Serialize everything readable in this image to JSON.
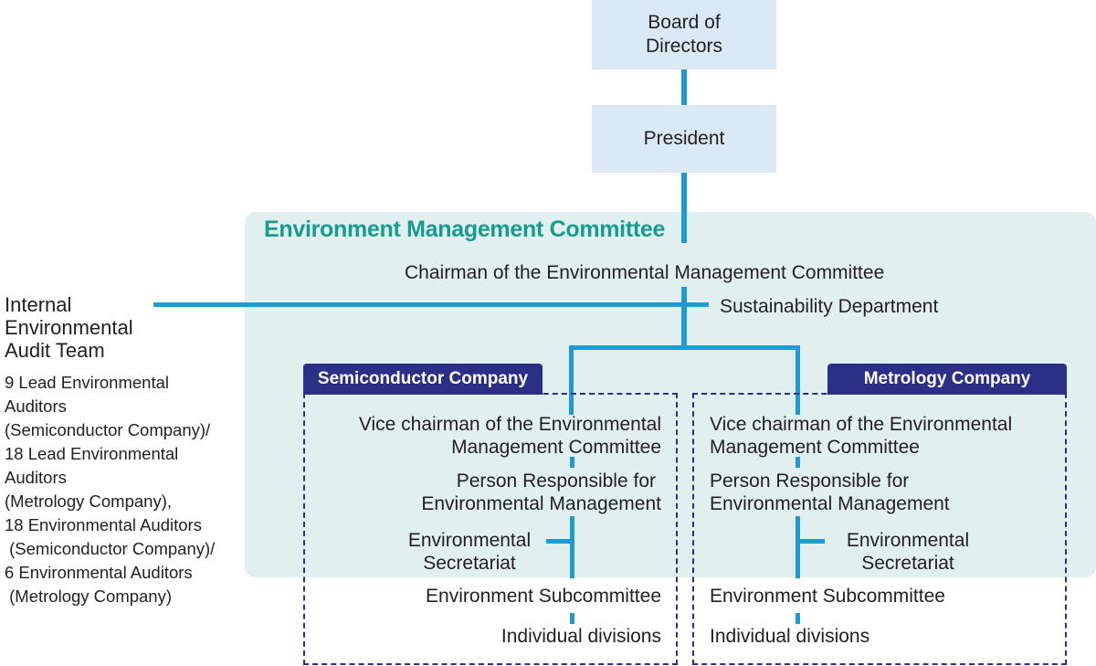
{
  "board": "Board of Directors",
  "president": "President",
  "committee": {
    "title": "Environment Management Committee",
    "chairman": "Chairman of the Environmental Management Committee",
    "sustainability": "Sustainability Department"
  },
  "audit": {
    "title_lines": [
      "Internal",
      "Environmental",
      "Audit Team"
    ],
    "lines": [
      "9 Lead Environmental",
      "Auditors",
      "(Semiconductor Company)/",
      "18 Lead Environmental",
      "Auditors",
      "(Metrology Company),",
      "18 Environmental Auditors",
      " (Semiconductor Company)/",
      "6 Environmental Auditors",
      " (Metrology Company)"
    ]
  },
  "semiconductor": {
    "name": "Semiconductor Company",
    "vice_1": "Vice chairman of the Environmental",
    "vice_2": "Management Committee",
    "person_1": "Person Responsible for",
    "person_2": "Environmental Management",
    "secretariat_1": "Environmental",
    "secretariat_2": "Secretariat",
    "subcommittee": "Environment Subcommittee",
    "divisions": "Individual divisions"
  },
  "metrology": {
    "name": "Metrology Company",
    "vice_1": "Vice chairman of the Environmental",
    "vice_2": "Management Committee",
    "person_1": "Person Responsible for",
    "person_2": "Environmental Management",
    "secretariat_1": "Environmental",
    "secretariat_2": "Secretariat",
    "subcommittee": "Environment Subcommittee",
    "divisions": "Individual divisions"
  },
  "colors": {
    "box_fill": "#dbe9f6",
    "committee_fill": "#e1efef",
    "committee_title": "#169c8e",
    "connector": "#1e9ad6",
    "company_tab": "#2b2f86"
  }
}
